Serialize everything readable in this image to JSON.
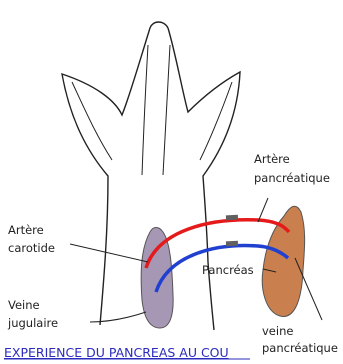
{
  "labels": {
    "artere_pancreatique_1": "Artère",
    "artere_pancreatique_2": "pancréatique",
    "artere_carotide_1": "Artère",
    "artere_carotide_2": "carotide",
    "pancreas": "Pancréas",
    "veine_jugulaire_1": "Veine",
    "veine_jugulaire_2": "jugulaire",
    "veine_pancreatique_1": "veine",
    "veine_pancreatique_2": "pancréatique"
  },
  "title": "EXPERIENCE DU PANCREAS AU COU",
  "colors": {
    "artery": "#e51a1a",
    "vein": "#2040d0",
    "pancreas": "#c9804e",
    "jugular": "#a697b4",
    "clamp": "#606060",
    "title": "#2b2bbd"
  }
}
